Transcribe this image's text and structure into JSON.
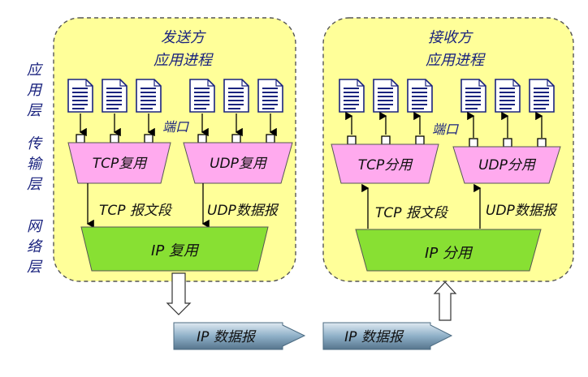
{
  "layers": {
    "app": [
      "应",
      "用",
      "层"
    ],
    "transport": [
      "传",
      "输",
      "层"
    ],
    "network": [
      "网",
      "络",
      "层"
    ]
  },
  "sender": {
    "title": "发送方",
    "app_process": "应用进程",
    "port_label": "端口",
    "tcp_mux": "TCP复用",
    "udp_mux": "UDP复用",
    "tcp_segment": "TCP 报文段",
    "udp_datagram": "UDP数据报",
    "ip_mux": "IP  复用"
  },
  "receiver": {
    "title": "接收方",
    "app_process": "应用进程",
    "port_label": "端口",
    "tcp_demux": "TCP分用",
    "udp_demux": "UDP分用",
    "tcp_segment": "TCP  报文段",
    "udp_datagram": "UDP数据报",
    "ip_demux": "IP  分用"
  },
  "ip_packets": [
    "IP  数据报",
    "IP  数据报"
  ],
  "colors": {
    "host_box": "#ffff99",
    "tcp_udp": "#ffaaee",
    "ip": "#88e033",
    "label": "#1a237e",
    "packet": "#6b8fa6"
  }
}
